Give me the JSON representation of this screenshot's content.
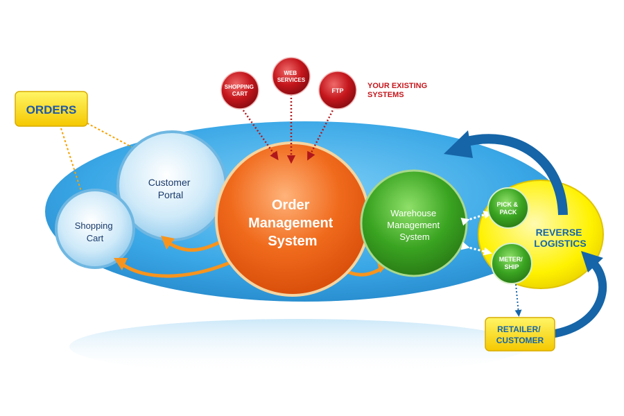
{
  "colors": {
    "ellipse": "#3aa7e6",
    "order_system": "#f06a1c",
    "warehouse": "#3aa421",
    "existing_systems": "#c4161c",
    "reverse_logistics": "#fff200",
    "label_box": "#ffe600",
    "portal_circles": "#bfe3f7",
    "flow_arrows": "#f7941d",
    "blue_arrows": "#1565a8"
  },
  "labels": {
    "orders": "ORDERS",
    "customer_portal": [
      "Customer",
      "Portal"
    ],
    "shopping_cart": [
      "Shopping",
      "Cart"
    ],
    "order_management": [
      "Order",
      "Management",
      "System"
    ],
    "warehouse_management": [
      "Warehouse",
      "Management",
      "System"
    ],
    "pick_pack": [
      "PICK &",
      "PACK"
    ],
    "meter_ship": [
      "METER/",
      "SHIP"
    ],
    "reverse_logistics": [
      "REVERSE",
      "LOGISTICS"
    ],
    "retailer_customer": [
      "RETAILER/",
      "CUSTOMER"
    ],
    "existing_shopping_cart": [
      "SHOPPING",
      "CART"
    ],
    "existing_web_services": [
      "WEB",
      "SERVICES"
    ],
    "existing_ftp": "FTP",
    "your_existing_systems": [
      "YOUR EXISTING",
      "SYSTEMS"
    ]
  }
}
